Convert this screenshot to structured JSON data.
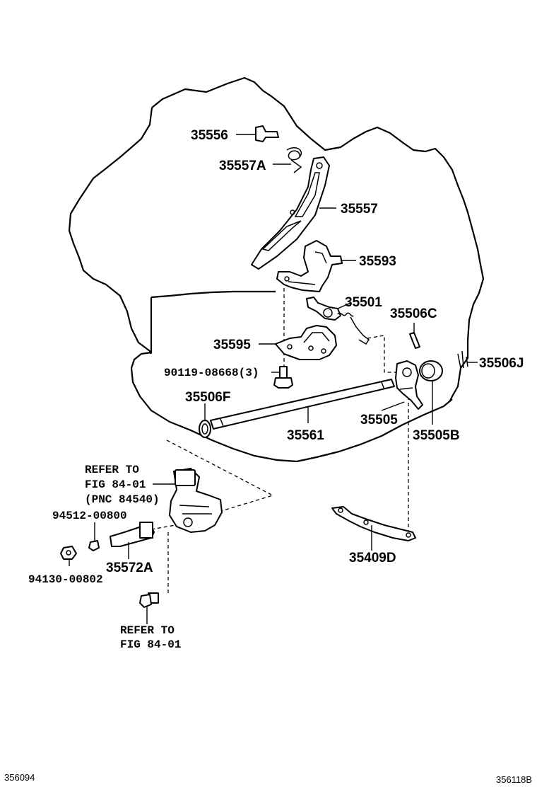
{
  "parts": {
    "p35556": "35556",
    "p35557A": "35557A",
    "p35557": "35557",
    "p35593": "35593",
    "p35501": "35501",
    "p35506C": "35506C",
    "p35595": "35595",
    "p90119": "90119-08668(3)",
    "p35506J": "35506J",
    "p35506F": "35506F",
    "p35505": "35505",
    "p35561": "35561",
    "p35505B": "35505B",
    "p94512": "94512-00800",
    "p94130": "94130-00802",
    "p35572A": "35572A",
    "p35409D": "35409D"
  },
  "notes": {
    "refer_top": [
      "REFER TO",
      "FIG 84-01",
      "(PNC 84540)"
    ],
    "refer_bottom": [
      "REFER TO",
      "FIG 84-01"
    ]
  },
  "footer": {
    "left_code": "356094",
    "right_code": "356118B"
  }
}
